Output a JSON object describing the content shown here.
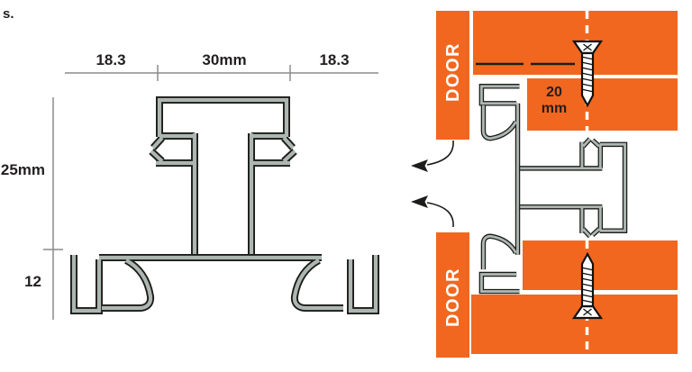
{
  "colors": {
    "orange": "#F1671F",
    "profile_fill": "#ADB7B2",
    "profile_outline": "#1D1D1B",
    "dim_line": "#8C8C8C",
    "label_text": "#231F20",
    "door_text": "#FFFFFF"
  },
  "corner_fragment": "s.",
  "left_diagram": {
    "dim_top_left": "18.3",
    "dim_top_center": "30mm",
    "dim_top_right": "18.3",
    "dim_side_upper": "25mm",
    "dim_side_lower": "12"
  },
  "right_diagram": {
    "door_label_top": "DOOR",
    "door_label_bottom": "DOOR",
    "screw_dim_value": "20",
    "screw_dim_unit": "mm"
  }
}
